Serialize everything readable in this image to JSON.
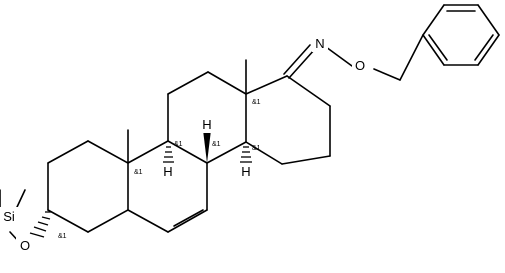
{
  "molecule": {
    "atoms": {
      "O_oxime": "O",
      "N_oxime": "N",
      "O_silyl": "O",
      "Si": "Si",
      "H8": "H",
      "H9": "H",
      "H14": "H"
    },
    "stereo_labels": {
      "c3": "&1",
      "c8": "&1",
      "c9": "&1",
      "c10": "&1",
      "c13": "&1",
      "c14": "&1"
    }
  }
}
